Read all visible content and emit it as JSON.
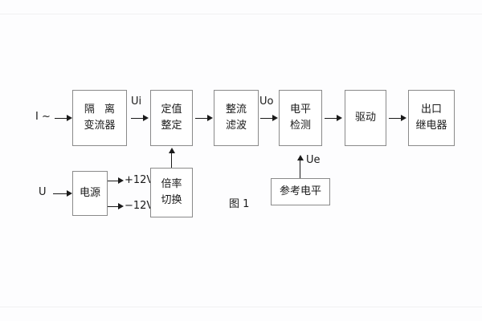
{
  "figure": {
    "caption": "图 1",
    "background_color": "#fdfdfe",
    "line_color": "#1a1a1a",
    "block_border_color": "#8a8a8a"
  },
  "blocks": [
    {
      "id": "isolation",
      "lines": [
        "隔 离",
        "变流器"
      ]
    },
    {
      "id": "setting",
      "lines": [
        "定值",
        "整定"
      ]
    },
    {
      "id": "rectifier",
      "lines": [
        "整流",
        "滤波"
      ]
    },
    {
      "id": "leveldetect",
      "lines": [
        "电平",
        "检测"
      ]
    },
    {
      "id": "drive",
      "lines": [
        "驱动"
      ]
    },
    {
      "id": "output",
      "lines": [
        "出口",
        "继电器"
      ]
    },
    {
      "id": "power",
      "lines": [
        "电源"
      ]
    },
    {
      "id": "multiplier",
      "lines": [
        "倍率",
        "切换"
      ]
    },
    {
      "id": "reference",
      "lines": [
        "参考电平"
      ]
    }
  ],
  "signals": {
    "current_input": "I ~",
    "voltage_input": "U",
    "ui": "Ui",
    "uo": "Uo",
    "ue": "Ue",
    "rail_positive": "+12V",
    "rail_negative": "−12V"
  }
}
